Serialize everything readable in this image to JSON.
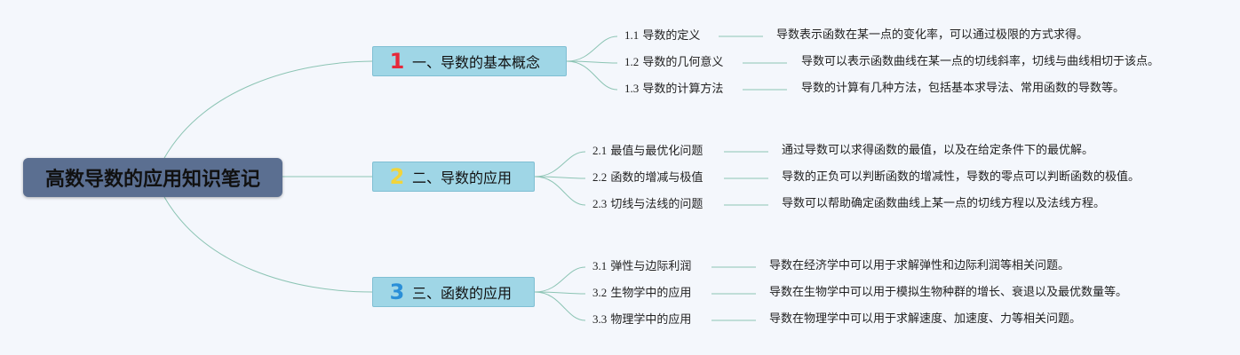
{
  "root": {
    "label": "高数导数的应用知识笔记"
  },
  "branches": [
    {
      "num": "1",
      "num_color": "#e5283a",
      "label": "一、导数的基本概念",
      "items": [
        {
          "idx": "1.1",
          "title": "导数的定义",
          "desc": "导数表示函数在某一点的变化率，可以通过极限的方式求得。"
        },
        {
          "idx": "1.2",
          "title": "导数的几何意义",
          "desc": "导数可以表示函数曲线在某一点的切线斜率，切线与曲线相切于该点。"
        },
        {
          "idx": "1.3",
          "title": "导数的计算方法",
          "desc": "导数的计算有几种方法，包括基本求导法、常用函数的导数等。"
        }
      ]
    },
    {
      "num": "2",
      "num_color": "#f2d43b",
      "label": "二、导数的应用",
      "items": [
        {
          "idx": "2.1",
          "title": "最值与最优化问题",
          "desc": "通过导数可以求得函数的最值，以及在给定条件下的最优解。"
        },
        {
          "idx": "2.2",
          "title": "函数的增减与极值",
          "desc": "导数的正负可以判断函数的增减性，导数的零点可以判断函数的极值。"
        },
        {
          "idx": "2.3",
          "title": "切线与法线的问题",
          "desc": "导数可以帮助确定函数曲线上某一点的切线方程以及法线方程。"
        }
      ]
    },
    {
      "num": "3",
      "num_color": "#2a8fd8",
      "label": "三、函数的应用",
      "items": [
        {
          "idx": "3.1",
          "title": "弹性与边际利润",
          "desc": "导数在经济学中可以用于求解弹性和边际利润等相关问题。"
        },
        {
          "idx": "3.2",
          "title": "生物学中的应用",
          "desc": "导数在生物学中可以用于模拟生物种群的增长、衰退以及最优数量等。"
        },
        {
          "idx": "3.3",
          "title": "物理学中的应用",
          "desc": "导数在物理学中可以用于求解速度、加速度、力等相关问题。"
        }
      ]
    }
  ],
  "link_color": "#8cc4b4"
}
